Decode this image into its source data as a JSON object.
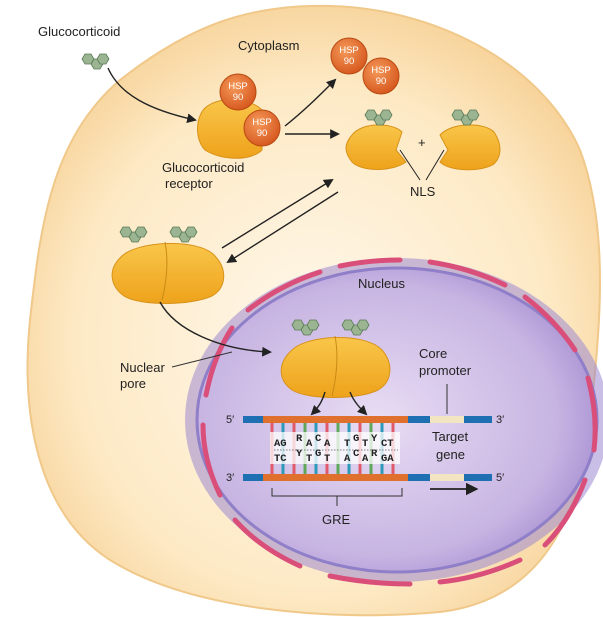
{
  "labels": {
    "glucocorticoid": "Glucocorticoid",
    "cytoplasm": "Cytoplasm",
    "receptor_line1": "Glucocorticoid",
    "receptor_line2": "receptor",
    "nls": "NLS",
    "plus": "+",
    "nucleus": "Nucleus",
    "nuclear_pore_line1": "Nuclear",
    "nuclear_pore_line2": "pore",
    "core_promoter_line1": "Core",
    "core_promoter_line2": "promoter",
    "target_gene_line1": "Target",
    "target_gene_line2": "gene",
    "gre": "GRE",
    "five_prime": "5′",
    "three_prime": "3′"
  },
  "hsp": {
    "line1": "HSP",
    "line2": "90"
  },
  "sequence": {
    "top_a": "AG",
    "top_b": "R",
    "top_c": "A",
    "top_d": "C",
    "top_e": "A",
    "top_f": "T",
    "top_g": "G",
    "top_h": "T",
    "top_i": "Y",
    "top_j": "CT",
    "bot_a": "TC",
    "bot_b": "Y",
    "bot_c": "T",
    "bot_d": "G",
    "bot_e": "T",
    "bot_f": "A",
    "bot_g": "C",
    "bot_h": "A",
    "bot_i": "R",
    "bot_j": "GA"
  },
  "colors": {
    "cell": "#fbe3b8",
    "receptor": "#f5b52a",
    "hsp": "#e8702a",
    "hormone": "#9bb593",
    "nucleus": "#b7a2d8",
    "envelope": "#8f7fc8",
    "pore": "#d94f7a",
    "dna_orange": "#e0702e",
    "dna_blue": "#1f6fb3"
  }
}
